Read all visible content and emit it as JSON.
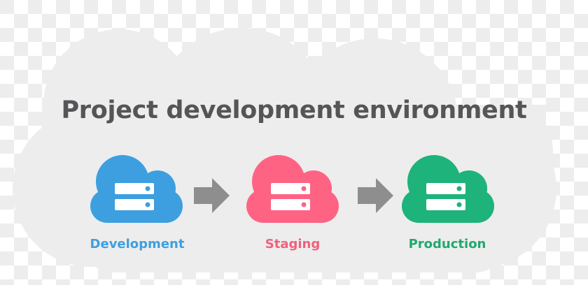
{
  "diagram": {
    "title": "Project development environment",
    "container_shape": "cloud",
    "container_color": "#ededed",
    "arrow_color": "#8e8e8e",
    "stages": [
      {
        "label": "Development",
        "icon": "cloud-server-icon",
        "color": "#3d9fe0"
      },
      {
        "label": "Staging",
        "icon": "cloud-server-icon",
        "color": "#ff6384"
      },
      {
        "label": "Production",
        "icon": "cloud-server-icon",
        "color": "#1db37a"
      }
    ],
    "flow": [
      "Development",
      "Staging",
      "Production"
    ]
  }
}
